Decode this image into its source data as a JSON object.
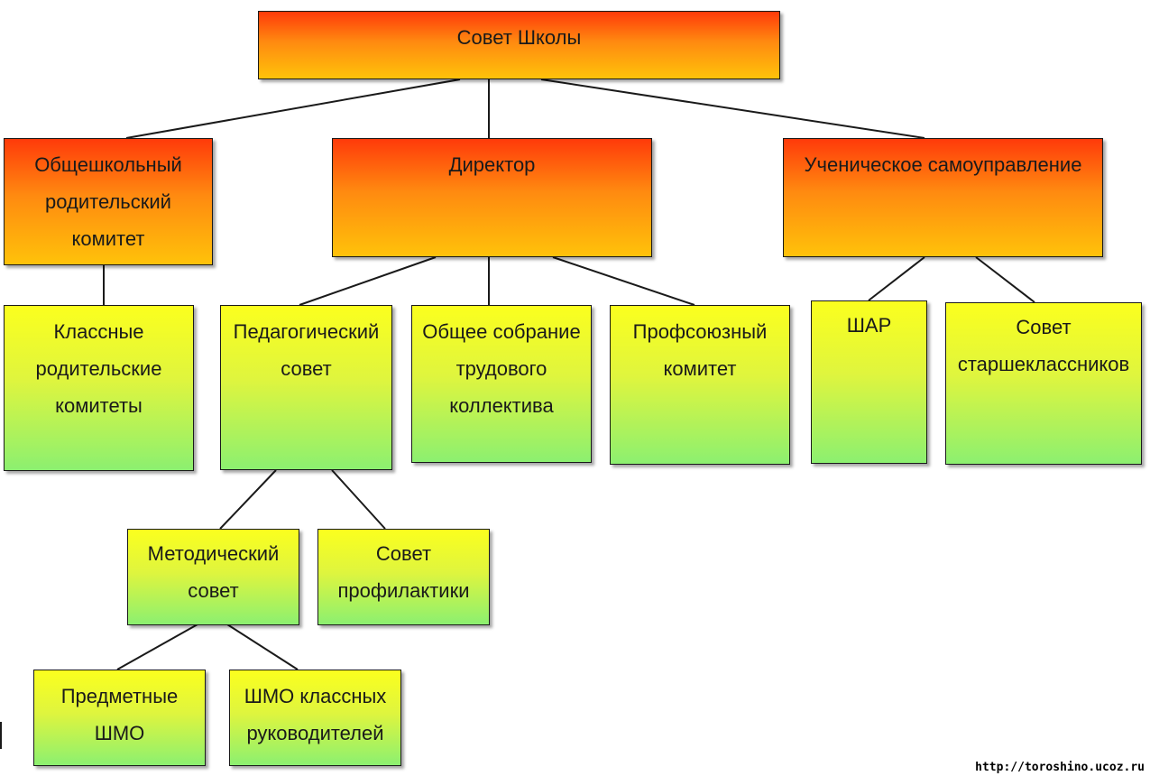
{
  "diagram": {
    "nodes": {
      "school_council": "Совет Школы",
      "parent_committee": "Общешкольный\nродительский\nкомитет",
      "director": "Директор",
      "student_government": "Ученическое самоуправление",
      "class_parent_committees": "Классные\nродительские\nкомитеты",
      "pedagogical_council": "Педагогический\nсовет",
      "labor_collective_meeting": "Общее собрание\nтрудового\nколлектива",
      "trade_union_committee": "Профсоюзный\nкомитет",
      "shar": "ШАР",
      "senior_students_council": "Совет\nстаршеклассников",
      "methodical_council": "Методический\nсовет",
      "prevention_council": "Совет\nпрофилактики",
      "subject_mo": "Предметные\nШМО",
      "class_teachers_mo": "ШМО классных\nруководителей"
    },
    "edges": [
      [
        "school_council",
        "parent_committee"
      ],
      [
        "school_council",
        "director"
      ],
      [
        "school_council",
        "student_government"
      ],
      [
        "parent_committee",
        "class_parent_committees"
      ],
      [
        "director",
        "pedagogical_council"
      ],
      [
        "director",
        "labor_collective_meeting"
      ],
      [
        "director",
        "trade_union_committee"
      ],
      [
        "student_government",
        "shar"
      ],
      [
        "student_government",
        "senior_students_council"
      ],
      [
        "pedagogical_council",
        "methodical_council"
      ],
      [
        "pedagogical_council",
        "prevention_council"
      ],
      [
        "methodical_council",
        "subject_mo"
      ],
      [
        "methodical_council",
        "class_teachers_mo"
      ]
    ],
    "colors": {
      "top_level_gradient": [
        "#ff3a0a",
        "#ffc20a"
      ],
      "lower_level_gradient": [
        "#fbff1e",
        "#8cf070"
      ],
      "line": "#1a1a1a"
    }
  },
  "watermark": "http://toroshino.ucoz.ru"
}
